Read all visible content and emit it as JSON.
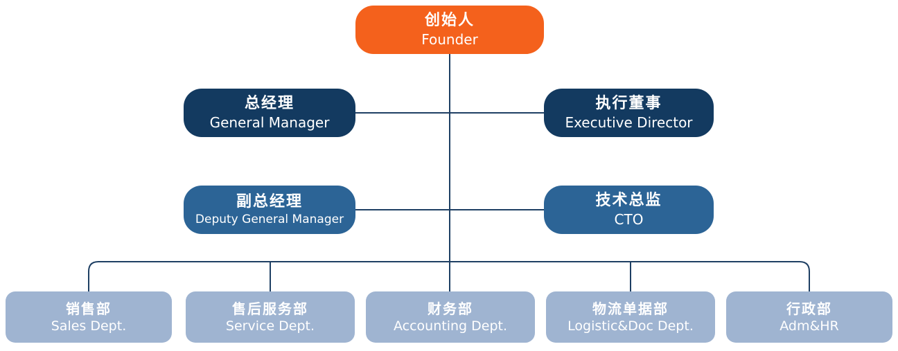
{
  "chart": {
    "root": {
      "zh": "创始人",
      "en": "Founder"
    },
    "level2": [
      {
        "zh": "总经理",
        "en": "General Manager"
      },
      {
        "zh": "执行董事",
        "en": "Executive Director"
      }
    ],
    "level3": [
      {
        "zh": "副总经理",
        "en": "Deputy General Manager"
      },
      {
        "zh": "技术总监",
        "en": "CTO"
      }
    ],
    "departments": [
      {
        "zh": "销售部",
        "en": "Sales Dept."
      },
      {
        "zh": "售后服务部",
        "en": "Service Dept."
      },
      {
        "zh": "财务部",
        "en": "Accounting Dept."
      },
      {
        "zh": "物流单据部",
        "en": "Logistic&Doc Dept."
      },
      {
        "zh": "行政部",
        "en": "Adm&HR"
      }
    ],
    "colors": {
      "founder": "#F4611C",
      "level2": "#133A60",
      "level3": "#2C6496",
      "department": "#9FB4D1",
      "line": "#1E3F63"
    }
  }
}
